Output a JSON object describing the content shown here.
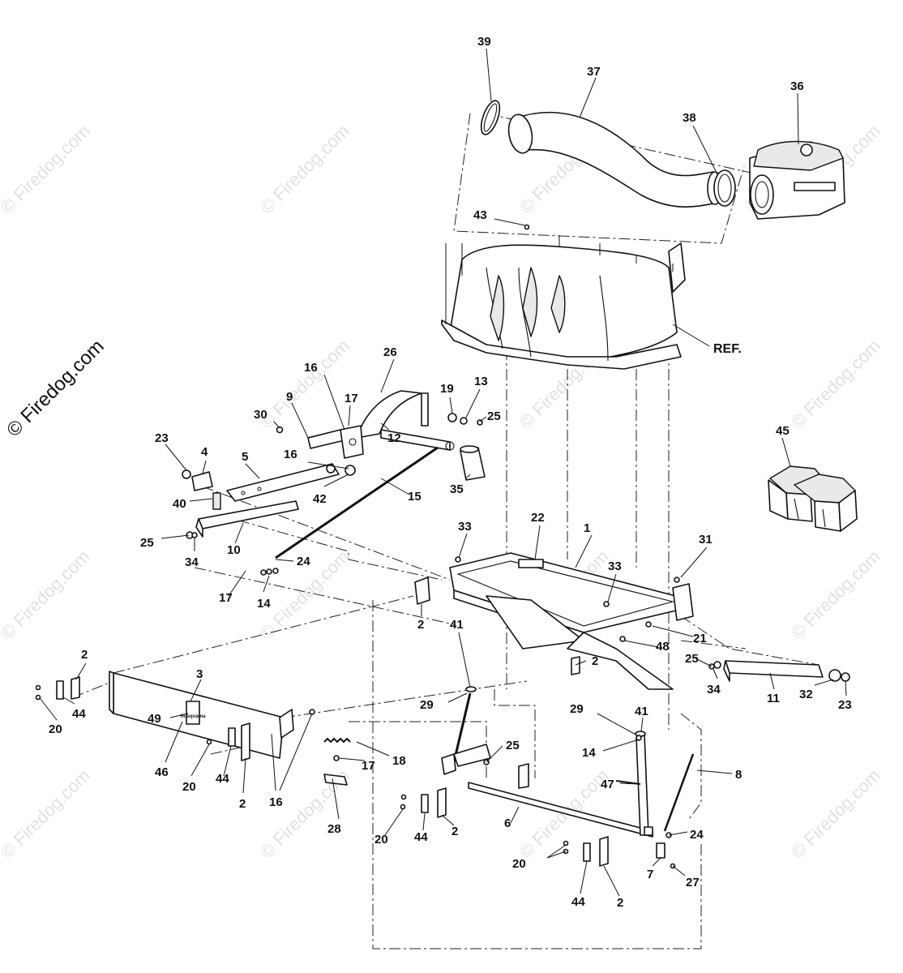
{
  "watermark": {
    "text": "© Firedog.com"
  },
  "reference_label": "REF.",
  "callouts": [
    "1",
    "2",
    "3",
    "4",
    "5",
    "6",
    "7",
    "8",
    "9",
    "10",
    "11",
    "12",
    "13",
    "14",
    "15",
    "16",
    "17",
    "18",
    "19",
    "20",
    "21",
    "22",
    "23",
    "24",
    "25",
    "26",
    "27",
    "28",
    "29",
    "30",
    "31",
    "32",
    "33",
    "34",
    "35",
    "36",
    "37",
    "38",
    "39",
    "40",
    "41",
    "42",
    "43",
    "44",
    "45",
    "46",
    "47",
    "48",
    "49"
  ],
  "brand_plate": {
    "text": "Husqvarna"
  },
  "colors": {
    "line": "#111111",
    "watermark": "#c9c9c9",
    "background": "#ffffff"
  }
}
